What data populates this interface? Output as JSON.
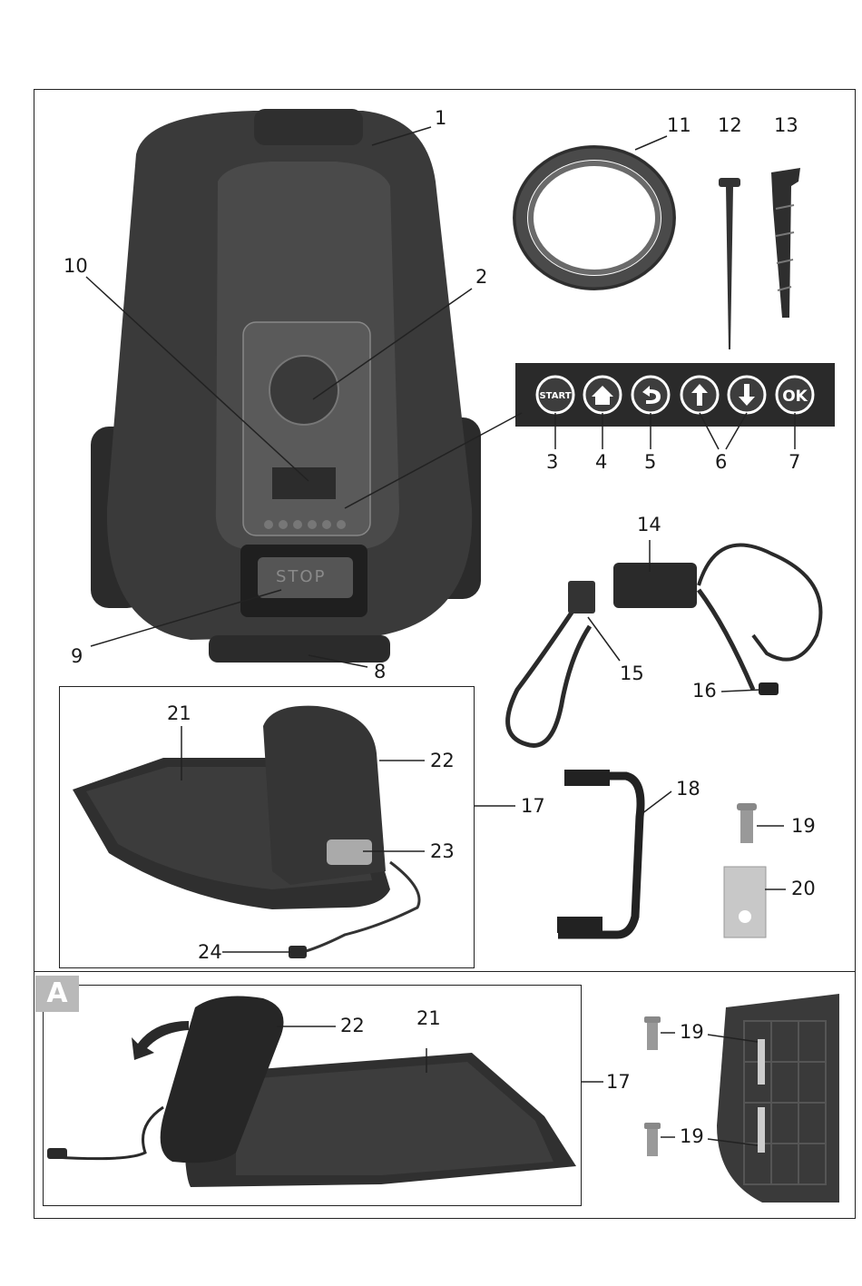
{
  "figure_main": {
    "callouts": {
      "c1": "1",
      "c2": "2",
      "c3": "3",
      "c4": "4",
      "c5": "5",
      "c6": "6",
      "c7": "7",
      "c8": "8",
      "c9": "9",
      "c10": "10",
      "c11": "11",
      "c12": "12",
      "c13": "13",
      "c14": "14",
      "c15": "15",
      "c16": "16",
      "c17": "17",
      "c18": "18",
      "c19": "19",
      "c20": "20",
      "c21": "21",
      "c22": "22",
      "c23": "23",
      "c24": "24"
    },
    "control_panel": {
      "start_label": "START",
      "ok_label": "OK",
      "button_icons": [
        "home-icon",
        "back-arrow-icon",
        "up-arrow-icon",
        "down-arrow-icon"
      ]
    },
    "stop_label": "STOP"
  },
  "figure_a": {
    "badge": "A",
    "callouts": {
      "c22": "22",
      "c21": "21",
      "c17": "17",
      "c19a": "19",
      "c19b": "19"
    }
  },
  "colors": {
    "mower_body": "#3c3c3c",
    "panel_bg": "#2a2a2a",
    "badge_bg": "#b9b9b9"
  }
}
